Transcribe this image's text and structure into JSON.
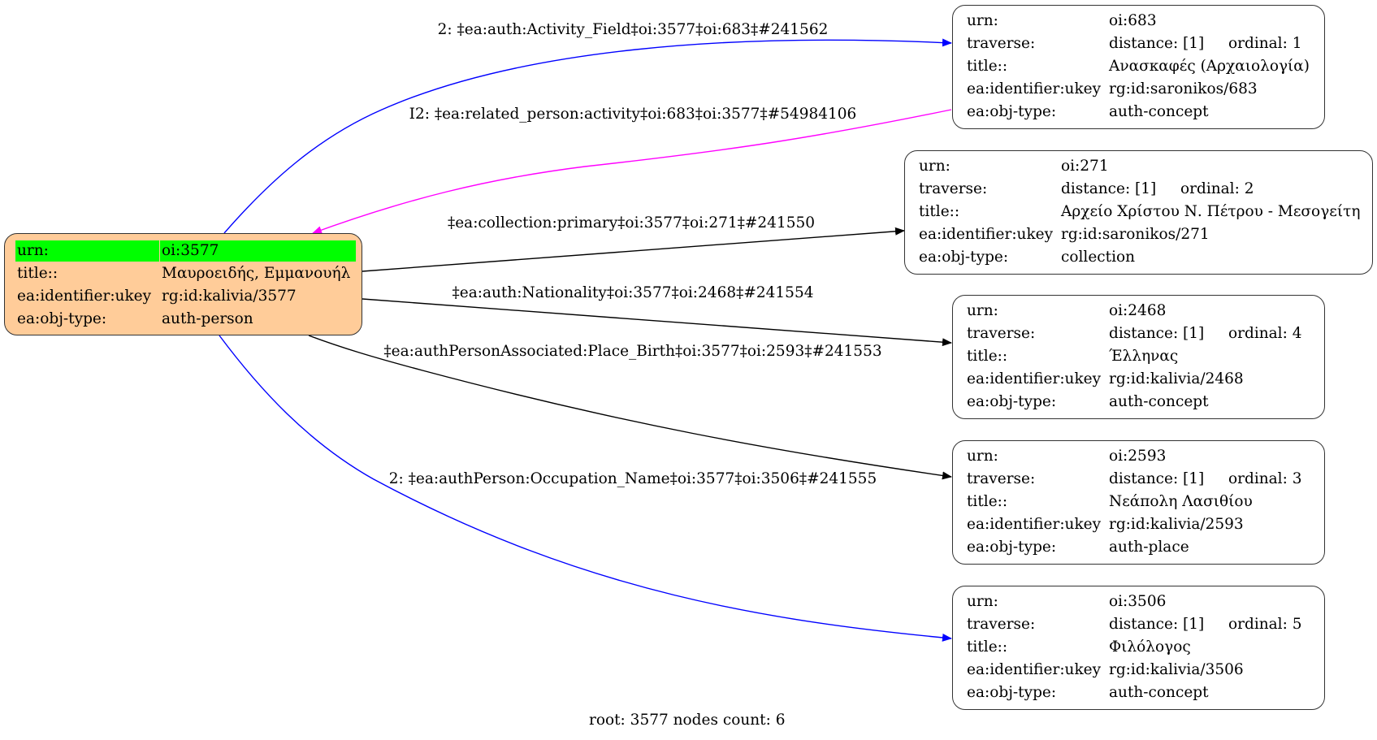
{
  "graph": {
    "footer": "root: 3577 nodes count: 6",
    "root": {
      "id": "oi:3577",
      "fill_color": "#ffcc99",
      "highlight_color": "#00ff00",
      "rows": [
        {
          "key": "urn:",
          "value": "oi:3577",
          "highlighted": true
        },
        {
          "key": "title::",
          "value": "Μαυροειδής, Εμμανουήλ"
        },
        {
          "key": "ea:identifier:ukey",
          "value": "rg:id:kalivia/3577"
        },
        {
          "key": "ea:obj-type:",
          "value": "auth-person"
        }
      ]
    },
    "nodes": [
      {
        "id": "oi:683",
        "rows": [
          {
            "key": "urn:",
            "value": "oi:683"
          },
          {
            "key": "traverse:",
            "value": "distance: [1]",
            "extra": "ordinal: 1"
          },
          {
            "key": "title::",
            "value": "Ανασκαφές (Αρχαιολογία)"
          },
          {
            "key": "ea:identifier:ukey",
            "value": "rg:id:saronikos/683"
          },
          {
            "key": "ea:obj-type:",
            "value": "auth-concept"
          }
        ]
      },
      {
        "id": "oi:271",
        "rows": [
          {
            "key": "urn:",
            "value": "oi:271"
          },
          {
            "key": "traverse:",
            "value": "distance: [1]",
            "extra": "ordinal: 2"
          },
          {
            "key": "title::",
            "value": "Αρχείο Χρίστου Ν. Πέτρου - Μεσογείτη"
          },
          {
            "key": "ea:identifier:ukey",
            "value": "rg:id:saronikos/271"
          },
          {
            "key": "ea:obj-type:",
            "value": "collection"
          }
        ]
      },
      {
        "id": "oi:2468",
        "rows": [
          {
            "key": "urn:",
            "value": "oi:2468"
          },
          {
            "key": "traverse:",
            "value": "distance: [1]",
            "extra": "ordinal: 4"
          },
          {
            "key": "title::",
            "value": "Έλληνας"
          },
          {
            "key": "ea:identifier:ukey",
            "value": "rg:id:kalivia/2468"
          },
          {
            "key": "ea:obj-type:",
            "value": "auth-concept"
          }
        ]
      },
      {
        "id": "oi:2593",
        "rows": [
          {
            "key": "urn:",
            "value": "oi:2593"
          },
          {
            "key": "traverse:",
            "value": "distance: [1]",
            "extra": "ordinal: 3"
          },
          {
            "key": "title::",
            "value": "Νεάπολη Λασιθίου"
          },
          {
            "key": "ea:identifier:ukey",
            "value": "rg:id:kalivia/2593"
          },
          {
            "key": "ea:obj-type:",
            "value": "auth-place"
          }
        ]
      },
      {
        "id": "oi:3506",
        "rows": [
          {
            "key": "urn:",
            "value": "oi:3506"
          },
          {
            "key": "traverse:",
            "value": "distance: [1]",
            "extra": "ordinal: 5"
          },
          {
            "key": "title::",
            "value": "Φιλόλογος"
          },
          {
            "key": "ea:identifier:ukey",
            "value": "rg:id:kalivia/3506"
          },
          {
            "key": "ea:obj-type:",
            "value": "auth-concept"
          }
        ]
      }
    ],
    "edges": [
      {
        "from": "oi:3577",
        "to": "oi:683",
        "label": "2: ‡ea:auth:Activity_Field‡oi:3577‡oi:683‡#241562",
        "color": "#0000ff"
      },
      {
        "from": "oi:683",
        "to": "oi:3577",
        "label": "I2: ‡ea:related_person:activity‡oi:683‡oi:3577‡#54984106",
        "color": "#ff00ff"
      },
      {
        "from": "oi:3577",
        "to": "oi:271",
        "label": "‡ea:collection:primary‡oi:3577‡oi:271‡#241550",
        "color": "#000000"
      },
      {
        "from": "oi:3577",
        "to": "oi:2468",
        "label": "‡ea:auth:Nationality‡oi:3577‡oi:2468‡#241554",
        "color": "#000000"
      },
      {
        "from": "oi:3577",
        "to": "oi:2593",
        "label": "‡ea:authPersonAssociated:Place_Birth‡oi:3577‡oi:2593‡#241553",
        "color": "#000000"
      },
      {
        "from": "oi:3577",
        "to": "oi:3506",
        "label": "2: ‡ea:authPerson:Occupation_Name‡oi:3577‡oi:3506‡#241555",
        "color": "#0000ff"
      }
    ]
  }
}
